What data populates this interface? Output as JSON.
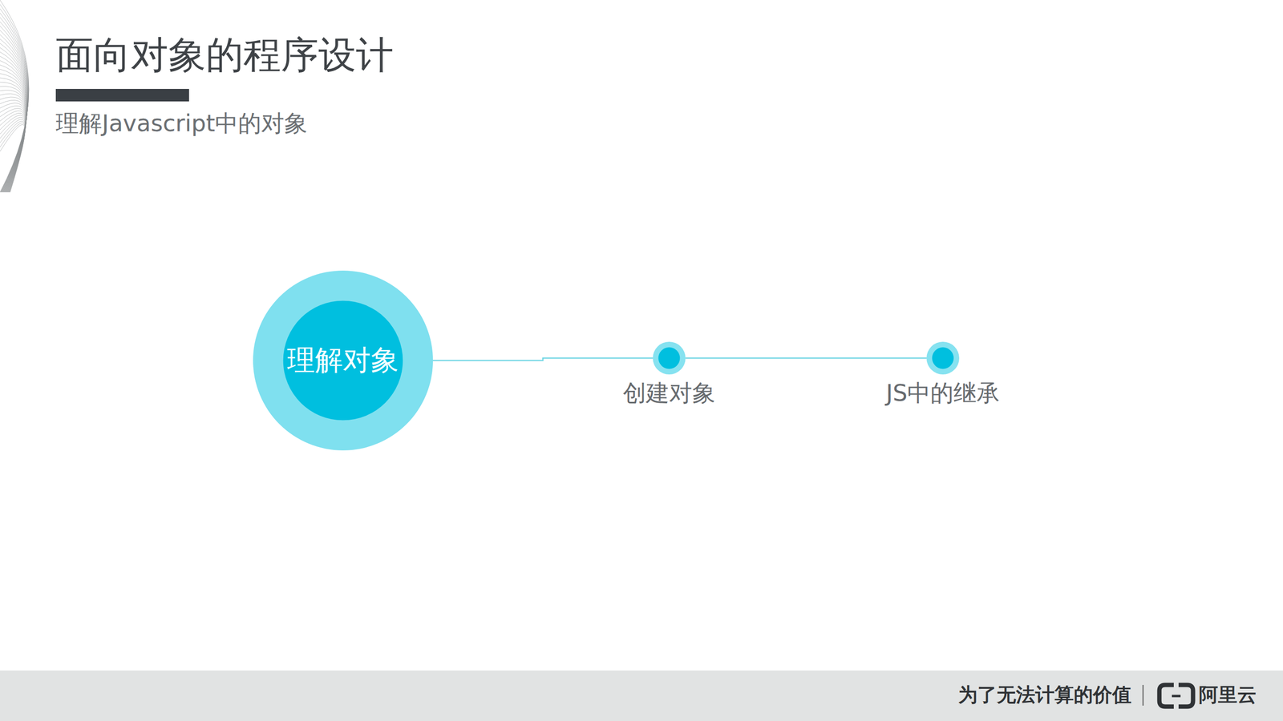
{
  "diagram": {
    "title": "面向对象的程序设计",
    "nodes": [
      {
        "text": [
          "理解对象"
        ]
      },
      {
        "text": [
          "创建对象"
        ]
      },
      {
        "text": [
          "JS中的继承"
        ]
      }
    ],
    "edges": [
      {
        "from": 0,
        "to": 1,
        "arrow": "none"
      },
      {
        "from": 1,
        "to": 2,
        "arrow": "none"
      }
    ],
    "labels": [
      "理解Javascript中的对象",
      "为了无法计算的价值",
      "阿里云"
    ]
  }
}
